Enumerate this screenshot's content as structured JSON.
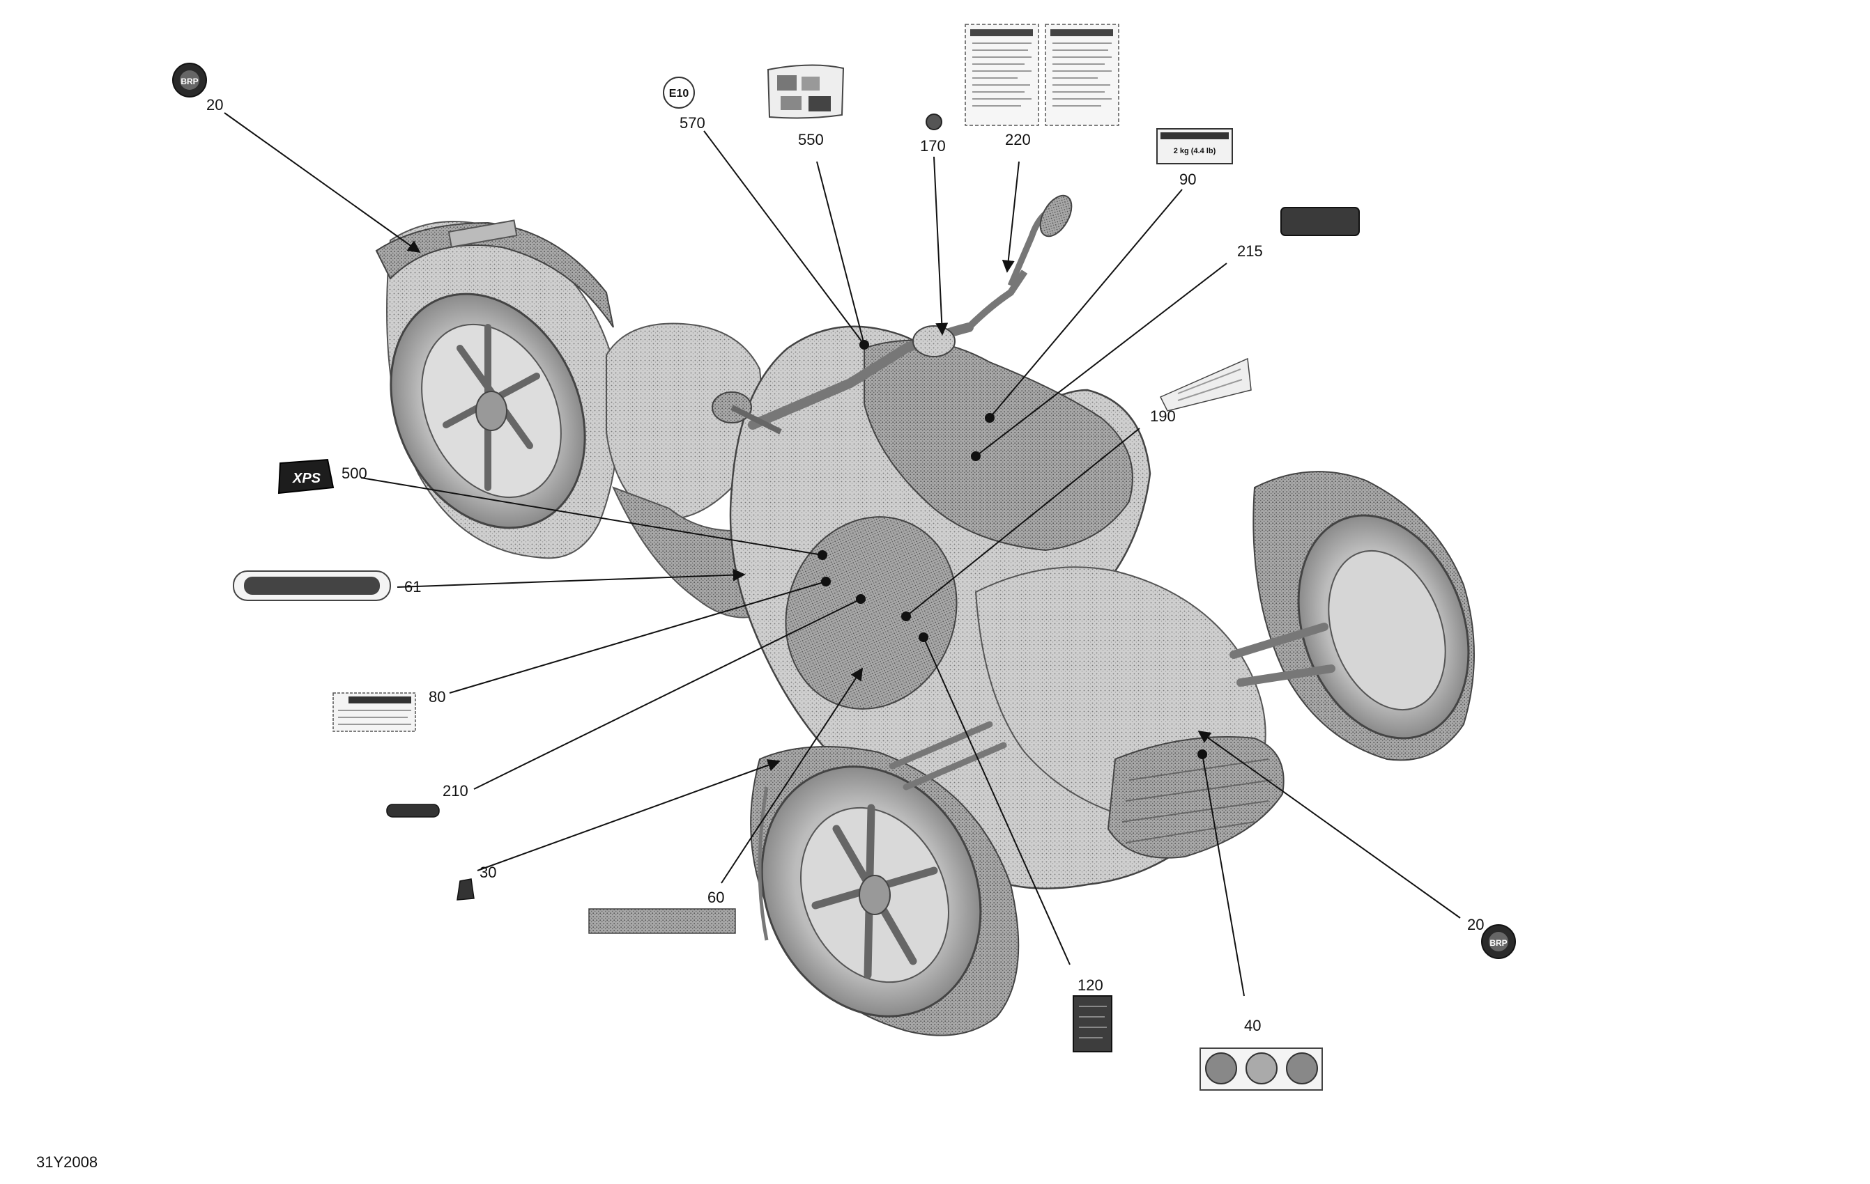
{
  "figure_id": "31Y2008",
  "colors": {
    "ink": "#111111",
    "body_fill": "#c9c9c9",
    "body_shade": "#8d8d8d",
    "decal_dark": "#3a3a3a"
  },
  "callouts": [
    {
      "id": "c20a",
      "label": "20"
    },
    {
      "id": "c570",
      "label": "570"
    },
    {
      "id": "c550",
      "label": "550"
    },
    {
      "id": "c170",
      "label": "170"
    },
    {
      "id": "c220",
      "label": "220"
    },
    {
      "id": "c90",
      "label": "90"
    },
    {
      "id": "c215",
      "label": "215"
    },
    {
      "id": "c190",
      "label": "190"
    },
    {
      "id": "c500",
      "label": "500"
    },
    {
      "id": "c61",
      "label": "61"
    },
    {
      "id": "c80",
      "label": "80"
    },
    {
      "id": "c210",
      "label": "210"
    },
    {
      "id": "c30",
      "label": "30"
    },
    {
      "id": "c60",
      "label": "60"
    },
    {
      "id": "c120",
      "label": "120"
    },
    {
      "id": "c40",
      "label": "40"
    },
    {
      "id": "c20b",
      "label": "20"
    }
  ],
  "decal_text": {
    "e10": "E10",
    "xps": "XPS",
    "capacity": "2 kg (4.4 lb)",
    "brp": "BRP"
  }
}
